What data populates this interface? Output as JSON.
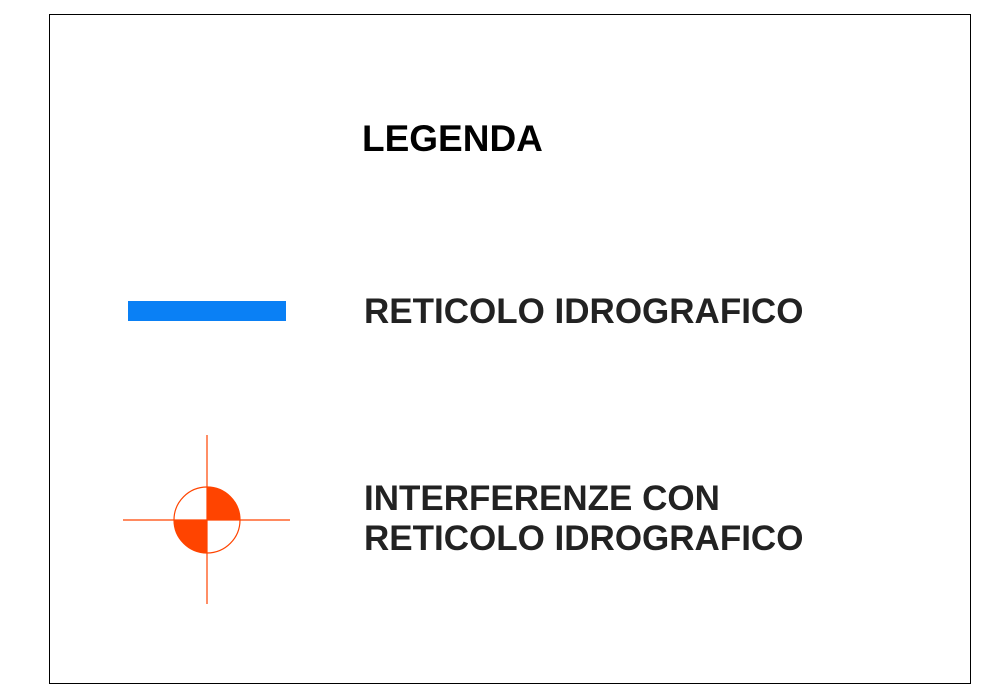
{
  "legend": {
    "title": "LEGENDA",
    "items": [
      {
        "label_lines": [
          "RETICOLO IDROGRAFICO"
        ],
        "symbol": "blue-line-swatch",
        "color": "#0A80F5"
      },
      {
        "label_lines": [
          "INTERFERENZE CON",
          "RETICOLO IDROGRAFICO"
        ],
        "symbol": "crosshair-quartered-circle-icon",
        "color": "#FF4400"
      }
    ]
  }
}
